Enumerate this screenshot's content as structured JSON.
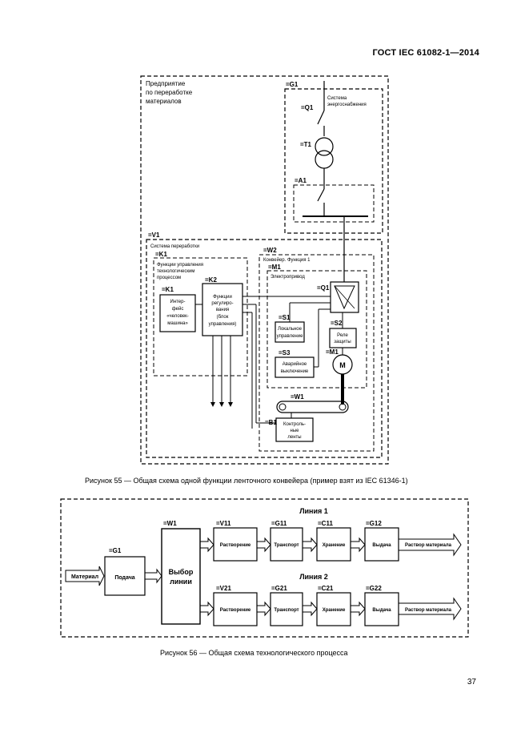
{
  "header": {
    "doc_id": "ГОСТ IEC 61082-1—2014"
  },
  "figure55": {
    "caption": "Рисунок 55 — Общая схема одной функции ленточного конвейера (пример взят из IEC 61346-1)",
    "enterprise_label": [
      "Предприятие",
      "по переработке",
      "материалов"
    ],
    "g1": {
      "tag": "=G1",
      "label": [
        "Система",
        "энергоснабжения"
      ]
    },
    "q1_top": "=Q1",
    "t1": "=T1",
    "a1": "=A1",
    "v1": {
      "tag": "=V1",
      "label": "Система переработки"
    },
    "k1_outer": {
      "tag": "=K1",
      "label": [
        "Функции управления",
        "технологическим",
        "процессом"
      ]
    },
    "k1_inner": {
      "tag": "=K1",
      "label": [
        "Интер-",
        "фейс",
        "«человек-",
        "машина»"
      ]
    },
    "k2": {
      "tag": "=K2",
      "label": [
        "Функции",
        "регулиро-",
        "вания",
        "(блок",
        "управления)"
      ]
    },
    "w2": {
      "tag": "=W2",
      "label": "Конвейер. Функция 1"
    },
    "m1_outer": {
      "tag": "=M1",
      "label": "Электропривод"
    },
    "q1_drive": "=Q1",
    "s1": {
      "tag": "=S1",
      "label": [
        "Локальное",
        "управление"
      ]
    },
    "s2": {
      "tag": "=S2",
      "label": [
        "Реле",
        "защиты"
      ]
    },
    "s3": {
      "tag": "=S3",
      "label": [
        "Аварийное",
        "выключение"
      ]
    },
    "m1_motor": {
      "tag": "=M1",
      "symbol": "M"
    },
    "w1": "=W1",
    "b1": {
      "tag": "=B1",
      "label": [
        "Контроль-",
        "ные",
        "ленты"
      ]
    }
  },
  "figure56": {
    "caption": "Рисунок 56 — Общая схема технологического процесса",
    "input": "Материал",
    "g1": {
      "tag": "=G1",
      "label": "Подача"
    },
    "w1": {
      "tag": "=W1",
      "label": [
        "Выбор",
        "линии"
      ]
    },
    "line1": {
      "title": "Линия 1",
      "blocks": [
        {
          "tag": "=V11",
          "label": "Растворение"
        },
        {
          "tag": "=G11",
          "label": "Транспорт"
        },
        {
          "tag": "=C11",
          "label": "Хранение"
        },
        {
          "tag": "=G12",
          "label": "Выдача"
        }
      ],
      "output": "Раствор материала"
    },
    "line2": {
      "title": "Линия 2",
      "blocks": [
        {
          "tag": "=V21",
          "label": "Растворение"
        },
        {
          "tag": "=G21",
          "label": "Транспорт"
        },
        {
          "tag": "=C21",
          "label": "Хранение"
        },
        {
          "tag": "=G22",
          "label": "Выдача"
        }
      ],
      "output": "Раствор материала"
    }
  },
  "page_number": "37"
}
